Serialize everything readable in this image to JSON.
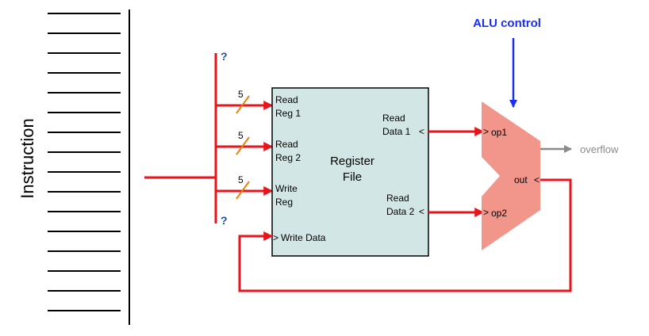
{
  "instruction_label": "Instruction",
  "question_mark": "?",
  "register_file": {
    "title_line1": "Register",
    "title_line2": "File",
    "read_reg1": [
      "Read",
      "Reg 1"
    ],
    "read_reg2": [
      "Read",
      "Reg 2"
    ],
    "write_reg": [
      "Write",
      "Reg"
    ],
    "write_data": "Write Data",
    "read_data1": [
      "Read",
      "Data 1"
    ],
    "read_data2": [
      "Read",
      "Data 2"
    ],
    "bus_width": "5"
  },
  "alu": {
    "control_label": "ALU control",
    "op1": "op1",
    "op2": "op2",
    "out": "out",
    "overflow": "overflow"
  },
  "colors": {
    "wire": "#e8141b",
    "register_fill": "#d3e6e6",
    "alu_fill": "#f2958b",
    "control": "#1a2ef5",
    "question": "#1f4e9a",
    "overflow": "#8a8a8a"
  }
}
